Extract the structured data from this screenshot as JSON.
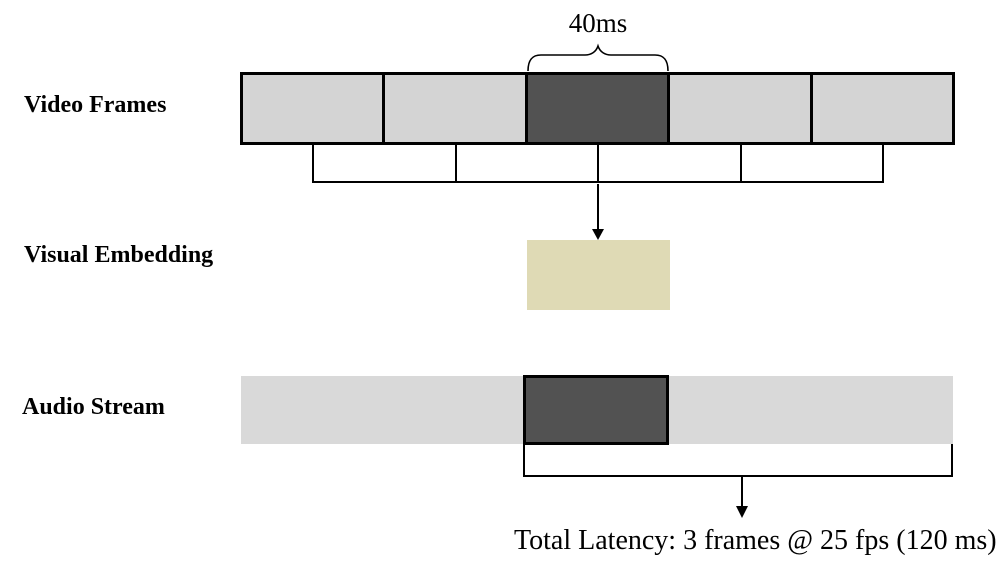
{
  "labels": {
    "video_frames": "Video Frames",
    "visual_embedding": "Visual Embedding",
    "audio_stream": "Audio Stream"
  },
  "annotations": {
    "frame_duration": "40ms",
    "total_latency": "Total Latency: 3 frames @ 25 fps (120 ms)"
  },
  "video": {
    "frames": [
      "context",
      "context",
      "current",
      "context",
      "context"
    ],
    "bracket_cells": 4
  },
  "audio": {
    "segment": "current"
  },
  "colors": {
    "frame_light": "#d4d4d4",
    "frame_dark": "#525252",
    "embedding": "#dfdab5",
    "audio_bar": "#d9d9d9",
    "line": "#000000"
  }
}
